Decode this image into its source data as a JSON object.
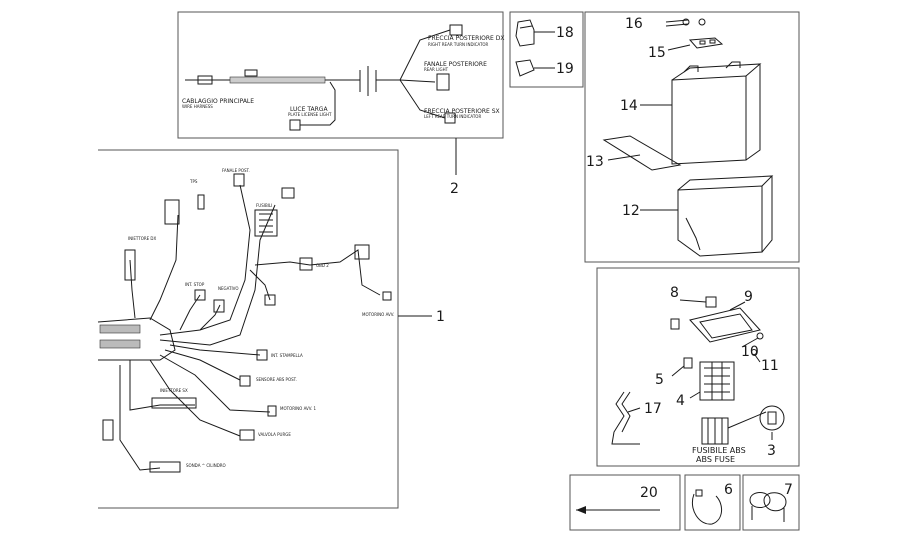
{
  "callouts": {
    "n1": "1",
    "n2": "2",
    "n3": "3",
    "n4": "4",
    "n5": "5",
    "n6": "6",
    "n7": "7",
    "n8": "8",
    "n9": "9",
    "n10": "10",
    "n11": "11",
    "n12": "12",
    "n13": "13",
    "n14": "14",
    "n15": "15",
    "n16": "16",
    "n17": "17",
    "n18": "18",
    "n19": "19",
    "n20": "20"
  },
  "harness_labels": {
    "cablaggio": "CABLAGGIO PRINCIPALE",
    "cablaggio_sub": "WIRE HARNESS",
    "luce_targa": "LUCE TARGA",
    "luce_targa_sub": "PLATE LICENSE LIGHT",
    "freccia_dx": "FRECCIA POSTERIORE DX",
    "freccia_dx_sub": "RIGHT REAR TURN INDICATOR",
    "fanale": "FANALE POSTERIORE",
    "fanale_sub": "REAR LIGHT",
    "freccia_sx": "FRECCIA POSTERIORE SX",
    "freccia_sx_sub": "LEFT REAR TURN INDICATOR"
  },
  "main_labels": {
    "fanale_post": "FANALE POST.",
    "fusibili": "FUSIBILI",
    "iniettore_dx": "INIETTORE DX",
    "int_stop": "INT. STOP",
    "negativo": "NEGATIVO",
    "motorino_avv": "MOTORINO AVV.",
    "int_stampella": "INT. STAMPELLA",
    "sensore_abs": "SENSORE ABS POST.",
    "iniettore_sx": "INIETTORE SX",
    "motorino_avv1": "MOTORINO AVV. 1",
    "valvola_purge": "VALVOLA PURGE",
    "sonda": "SONDA ^ CILINDRO",
    "tps": "TPS",
    "obd": "OBD 2"
  },
  "fuse_labels": {
    "line1": "FUSIBILE ABS",
    "line2": "ABS FUSE"
  }
}
